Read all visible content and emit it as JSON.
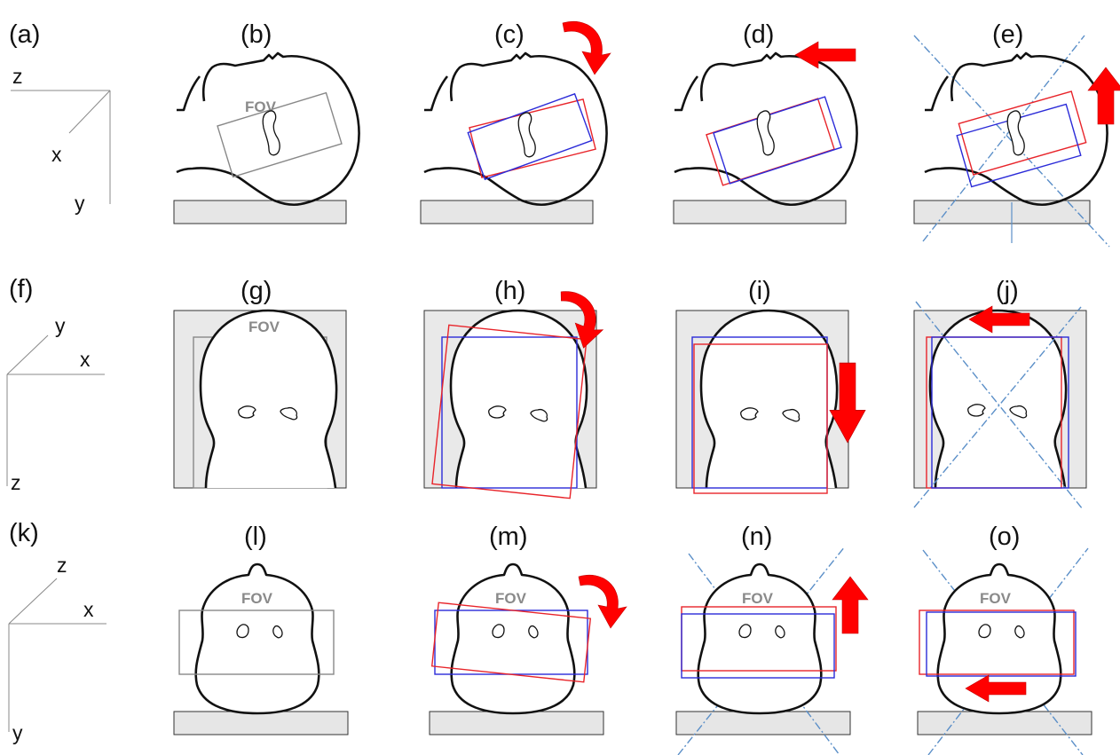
{
  "panels": {
    "a": "(a)",
    "b": "(b)",
    "c": "(c)",
    "d": "(d)",
    "e": "(e)",
    "f": "(f)",
    "g": "(g)",
    "h": "(h)",
    "i": "(i)",
    "j": "(j)",
    "k": "(k)",
    "l": "(l)",
    "m": "(m)",
    "n": "(n)",
    "o": "(o)"
  },
  "axes": {
    "row1": {
      "z": "z",
      "x": "x",
      "y": "y"
    },
    "row2": {
      "y": "y",
      "x": "x",
      "z": "z"
    },
    "row3": {
      "z": "z",
      "x": "x",
      "y": "y"
    }
  },
  "fov_label": "FOV",
  "colors": {
    "fov_reference": "#888888",
    "fov_before": "#e8242a",
    "fov_after": "#2b2bd8",
    "motion_arrow": "#ff0000",
    "symmetry_axes": "#5b8fc8"
  },
  "icons": [
    "rotation-arrow-icon",
    "translation-arrow-icon"
  ]
}
